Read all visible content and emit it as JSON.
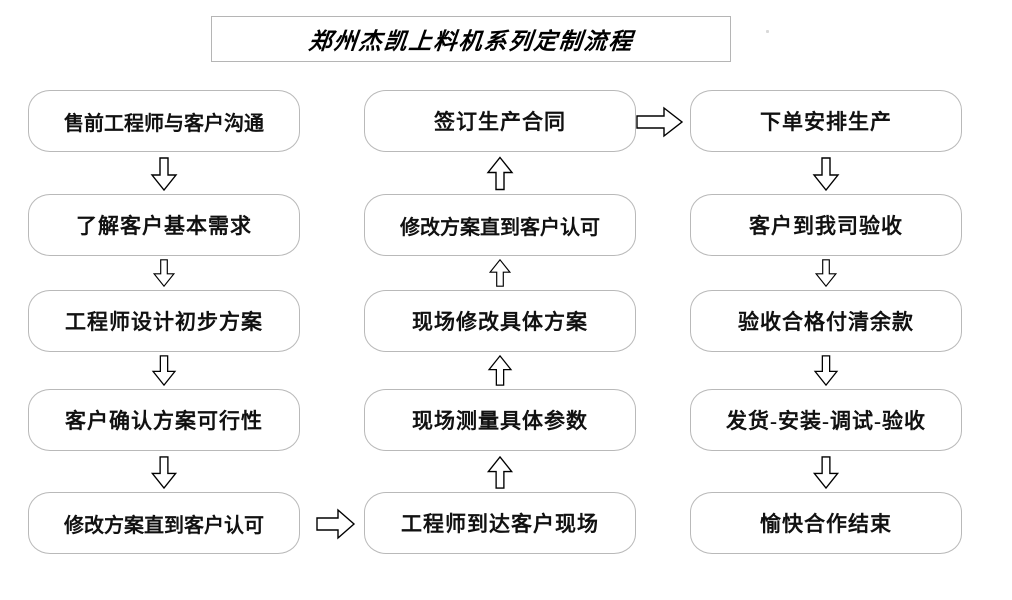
{
  "title": {
    "text": "郑州杰凯上料机系列定制流程"
  },
  "columns": {
    "left": {
      "name": "pre-sales-design-stage",
      "boxes": [
        {
          "id": "box-a1",
          "label": "售前工程师与客户沟通"
        },
        {
          "id": "box-a2",
          "label": "了解客户基本需求"
        },
        {
          "id": "box-a3",
          "label": "工程师设计初步方案"
        },
        {
          "id": "box-a4",
          "label": "客户确认方案可行性"
        },
        {
          "id": "box-a5",
          "label": "修改方案直到客户认可"
        }
      ]
    },
    "middle": {
      "name": "on-site-survey-stage",
      "boxes": [
        {
          "id": "box-b1",
          "label": "签订生产合同"
        },
        {
          "id": "box-b2",
          "label": "修改方案直到客户认可"
        },
        {
          "id": "box-b3",
          "label": "现场修改具体方案"
        },
        {
          "id": "box-b4",
          "label": "现场测量具体参数"
        },
        {
          "id": "box-b5",
          "label": "工程师到达客户现场"
        }
      ]
    },
    "right": {
      "name": "production-delivery-stage",
      "boxes": [
        {
          "id": "box-c1",
          "label": "下单安排生产"
        },
        {
          "id": "box-c2",
          "label": "客户到我司验收"
        },
        {
          "id": "box-c3",
          "label": "验收合格付清余款"
        },
        {
          "id": "box-c4",
          "label": "发货-安装-调试-验收"
        },
        {
          "id": "box-c5",
          "label": "愉快合作结束"
        }
      ]
    }
  },
  "arrows": [
    {
      "id": "arrow-a1-a2",
      "direction": "down",
      "from": "box-a1",
      "to": "box-a2"
    },
    {
      "id": "arrow-a2-a3",
      "direction": "down",
      "from": "box-a2",
      "to": "box-a3"
    },
    {
      "id": "arrow-a3-a4",
      "direction": "down",
      "from": "box-a3",
      "to": "box-a4"
    },
    {
      "id": "arrow-a4-a5",
      "direction": "down",
      "from": "box-a4",
      "to": "box-a5"
    },
    {
      "id": "arrow-a5-b5",
      "direction": "right",
      "from": "box-a5",
      "to": "box-b5"
    },
    {
      "id": "arrow-b5-b4",
      "direction": "up",
      "from": "box-b5",
      "to": "box-b4"
    },
    {
      "id": "arrow-b4-b3",
      "direction": "up",
      "from": "box-b4",
      "to": "box-b3"
    },
    {
      "id": "arrow-b3-b2",
      "direction": "up",
      "from": "box-b3",
      "to": "box-b2"
    },
    {
      "id": "arrow-b2-b1",
      "direction": "up",
      "from": "box-b2",
      "to": "box-b1"
    },
    {
      "id": "arrow-b1-c1",
      "direction": "right",
      "from": "box-b1",
      "to": "box-c1"
    },
    {
      "id": "arrow-c1-c2",
      "direction": "down",
      "from": "box-c1",
      "to": "box-c2"
    },
    {
      "id": "arrow-c2-c3",
      "direction": "down",
      "from": "box-c2",
      "to": "box-c3"
    },
    {
      "id": "arrow-c3-c4",
      "direction": "down",
      "from": "box-c3",
      "to": "box-c4"
    },
    {
      "id": "arrow-c4-c5",
      "direction": "down",
      "from": "box-c4",
      "to": "box-c5"
    }
  ],
  "colors": {
    "background": "#ffffff",
    "box_border": "#b9b9b9",
    "title_border": "#b5b5b5",
    "text": "#111111",
    "arrow_outline": "#000000"
  }
}
